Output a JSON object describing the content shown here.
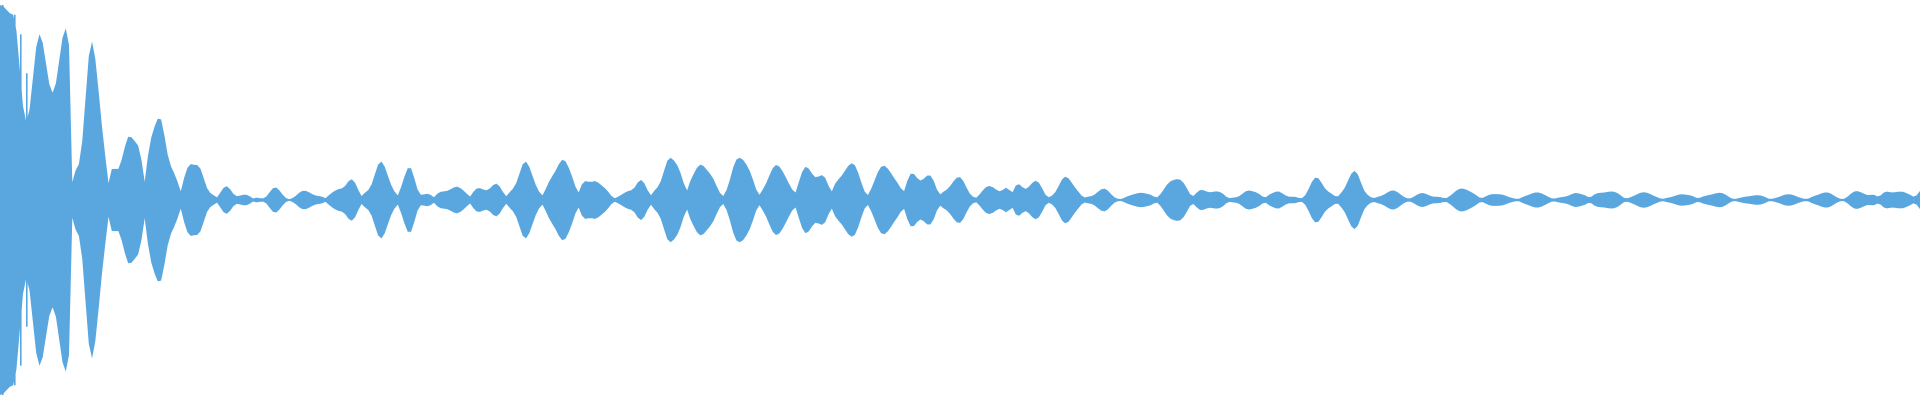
{
  "waveform": {
    "color": "#5aa7e0",
    "background": "#ffffff",
    "peaks": [
      1.0,
      0.95,
      0.4,
      0.85,
      0.55,
      0.88,
      0.3,
      0.82,
      0.6,
      0.2,
      0.35,
      0.58,
      0.45,
      0.22,
      0.28,
      0.18,
      0.06,
      0.1,
      0.02,
      0.05,
      0.01,
      0.07,
      0.02,
      0.05,
      0.03,
      0.06,
      0.06,
      0.15,
      0.08,
      0.2,
      0.12,
      0.2,
      0.03,
      0.08,
      0.05,
      0.08,
      0.1,
      0.05,
      0.12,
      0.09,
      0.2,
      0.12,
      0.15,
      0.22,
      0.2,
      0.1,
      0.08,
      0.04,
      0.05,
      0.15,
      0.1,
      0.22,
      0.25,
      0.2,
      0.15,
      0.1,
      0.22,
      0.2,
      0.12,
      0.18,
      0.15,
      0.22,
      0.12,
      0.22,
      0.15,
      0.2,
      0.12,
      0.18,
      0.15,
      0.22,
      0.1,
      0.18,
      0.08,
      0.12,
      0.05,
      0.08,
      0.05,
      0.18,
      0.06,
      0.12,
      0.05,
      0.12,
      0.08,
      0.03,
      0.06,
      0.02,
      0.03,
      0.04,
      0.06,
      0.1,
      0.12,
      0.08,
      0.04,
      0.06,
      0.02,
      0.05,
      0.06,
      0.05,
      0.02,
      0.04,
      0.12,
      0.06,
      0.08,
      0.15,
      0.05,
      0.03,
      0.05,
      0.03,
      0.04,
      0.02,
      0.04,
      0.06,
      0.05,
      0.04,
      0.03,
      0.02,
      0.03,
      0.04,
      0.03,
      0.02,
      0.04,
      0.06,
      0.04,
      0.05,
      0.03,
      0.04,
      0.03,
      0.02,
      0.03,
      0.04,
      0.03,
      0.04,
      0.02,
      0.02,
      0.03,
      0.02,
      0.03,
      0.02,
      0.03,
      0.04,
      0.02,
      0.05,
      0.03,
      0.08,
      0.04,
      0.05,
      0.09
    ]
  }
}
